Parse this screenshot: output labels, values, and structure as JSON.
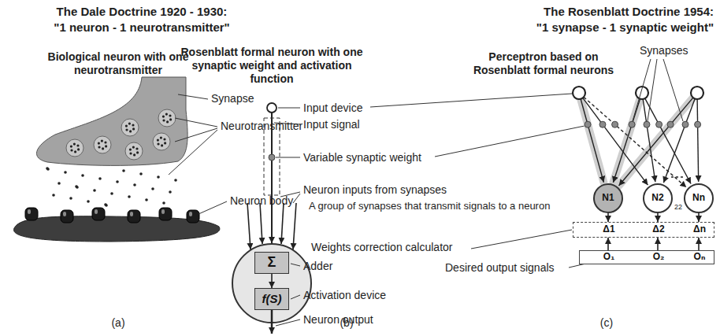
{
  "diagram": {
    "nodes": [
      {
        "text": [
          "Σ"
        ]
      },
      {
        "text": [
          "f(S)"
        ]
      },
      {
        "text": [
          "N1"
        ]
      },
      {
        "text": [
          "N2"
        ]
      },
      {
        "text": [
          "Nn"
        ]
      },
      {
        "text": [
          "Δ1",
          "Δ2",
          "Δn"
        ]
      },
      {
        "text": [
          "O₁",
          "O₂",
          "Oₙ"
        ]
      }
    ],
    "edges": [
      {
        "from": 0,
        "to": 1,
        "arrow": "to"
      },
      {
        "from": 2,
        "to": 5,
        "arrow": "to"
      },
      {
        "from": 3,
        "to": 5,
        "arrow": "to"
      },
      {
        "from": 4,
        "to": 5,
        "arrow": "to"
      },
      {
        "from": 6,
        "to": 5,
        "arrow": "to"
      },
      {
        "from": 6,
        "to": 5,
        "arrow": "to"
      },
      {
        "from": 6,
        "to": 5,
        "arrow": "to"
      }
    ],
    "labels": [
      "The Dale Doctrine 1920 - 1930:",
      "\"1 neuron - 1 neurotransmitter\"",
      "The Rosenblatt Doctrine 1954:",
      "\"1 synapse - 1 synaptic weight\"",
      "Biological neuron with one neurotransmitter",
      "Rosenblatt formal neuron with one synaptic weight and activation function",
      "Perceptron based on Rosenblatt formal neurons",
      "Synapse",
      "Neurotransmitter",
      "Neuron body",
      "(a)",
      "Input device",
      "Input signal",
      "Variable synaptic weight",
      "Neuron inputs from synapses",
      "A group of synapses that transmit signals to a neuron",
      "Adder",
      "Activation device",
      "Neuron output",
      "(b)",
      "Synapses",
      "22",
      "Weights correction calculator",
      "Desired output signals",
      "(c)"
    ]
  }
}
